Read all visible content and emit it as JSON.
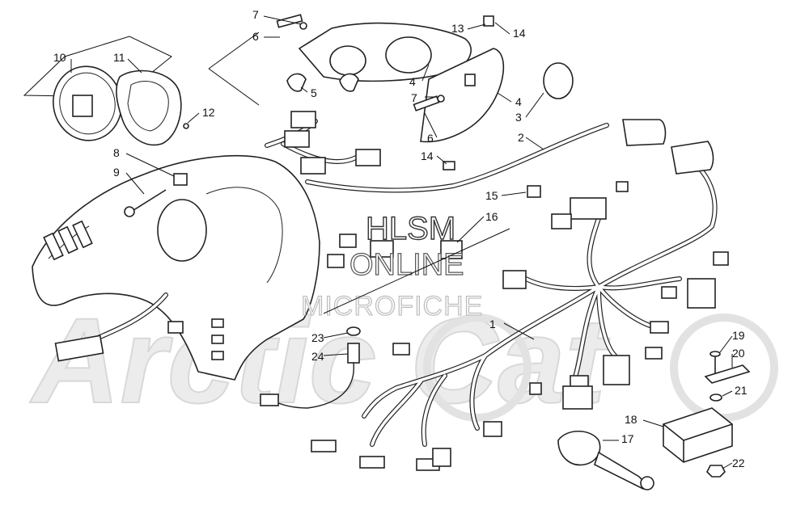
{
  "watermark": {
    "brand": "Arctic Cat",
    "line1": "HLSM",
    "line2": "ONLINE",
    "line3": "MICROFICHE"
  },
  "callouts": [
    "1",
    "2",
    "3",
    "4",
    "4",
    "5",
    "6",
    "6",
    "7",
    "7",
    "8",
    "9",
    "10",
    "11",
    "12",
    "13",
    "14",
    "14",
    "15",
    "16",
    "17",
    "18",
    "19",
    "20",
    "21",
    "22",
    "23",
    "24"
  ]
}
